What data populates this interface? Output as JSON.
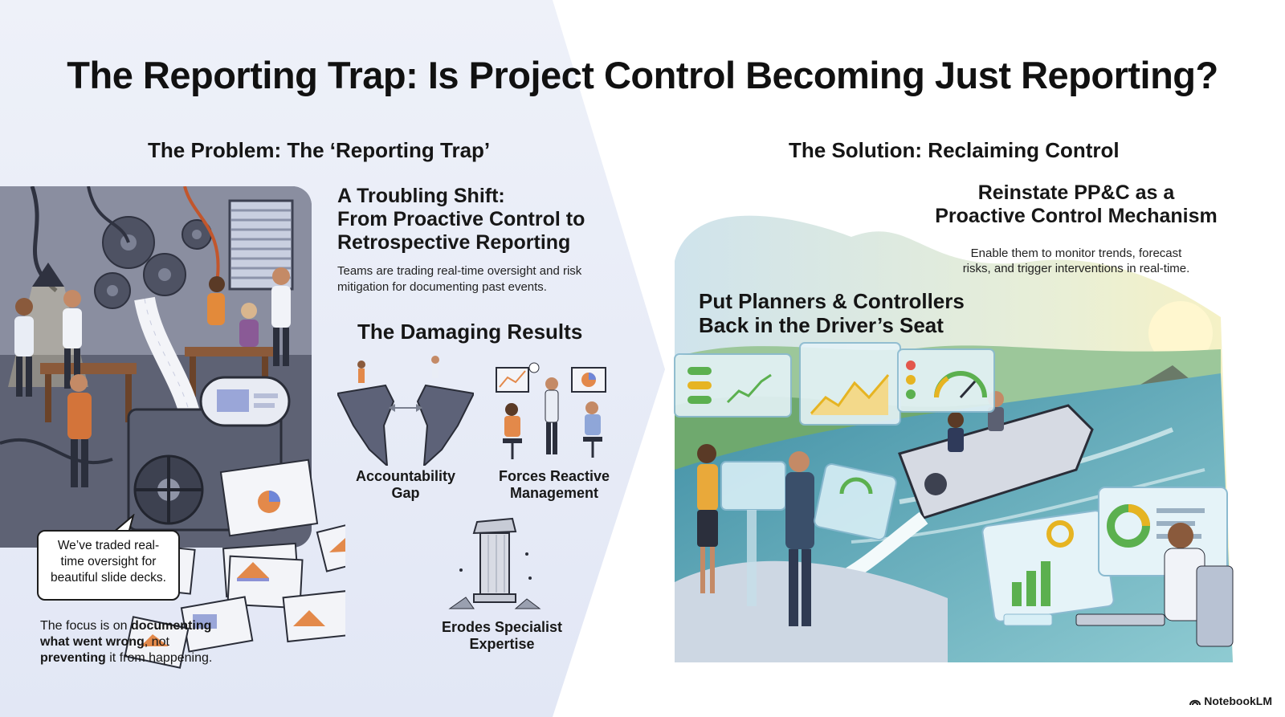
{
  "title": "The Reporting Trap: Is Project Control Becoming Just Reporting?",
  "problem": {
    "heading": "The Problem: The ‘Reporting Trap’",
    "shift_title_line1": "A Troubling Shift:",
    "shift_title_line2": "From Proactive Control to",
    "shift_title_line3": "Retrospective Reporting",
    "shift_sub_line1": "Teams are trading real-time oversight and risk",
    "shift_sub_line2": "mitigation for documenting past events.",
    "results_heading": "The Damaging Results",
    "results": [
      {
        "line1": "Accountability",
        "line2": "Gap"
      },
      {
        "line1": "Forces Reactive",
        "line2": "Management"
      },
      {
        "line1": "Erodes Specialist",
        "line2": "Expertise"
      }
    ],
    "bubble_line1": "We’ve traded real-",
    "bubble_line2": "time oversight for",
    "bubble_line3": "beautiful slide decks.",
    "focus": {
      "p1": "The focus is on ",
      "b1": "documenting",
      "b2": "what went wrong",
      "p2": ", not",
      "b3": "preventing",
      "p3": " it from happening."
    }
  },
  "solution": {
    "heading": "The Solution: Reclaiming Control",
    "reinstate_line1": "Reinstate PP&C as a",
    "reinstate_line2": "Proactive Control Mechanism",
    "reinstate_sub_line1": "Enable them to monitor trends, forecast",
    "reinstate_sub_line2": "risks, and trigger interventions in real-time.",
    "planners_line1": "Put Planners & Controllers",
    "planners_line2": "Back in the Driver’s Seat"
  },
  "brand": "NotebookLM",
  "colors": {
    "left_bg": "#e8ecf7",
    "right_bg": "#ffffff",
    "sky": "#cfe6ee",
    "water": "#6fb7c3",
    "chart_green": "#5bb04f",
    "chart_yellow": "#e6b422",
    "accent_orange": "#e87a3a"
  }
}
